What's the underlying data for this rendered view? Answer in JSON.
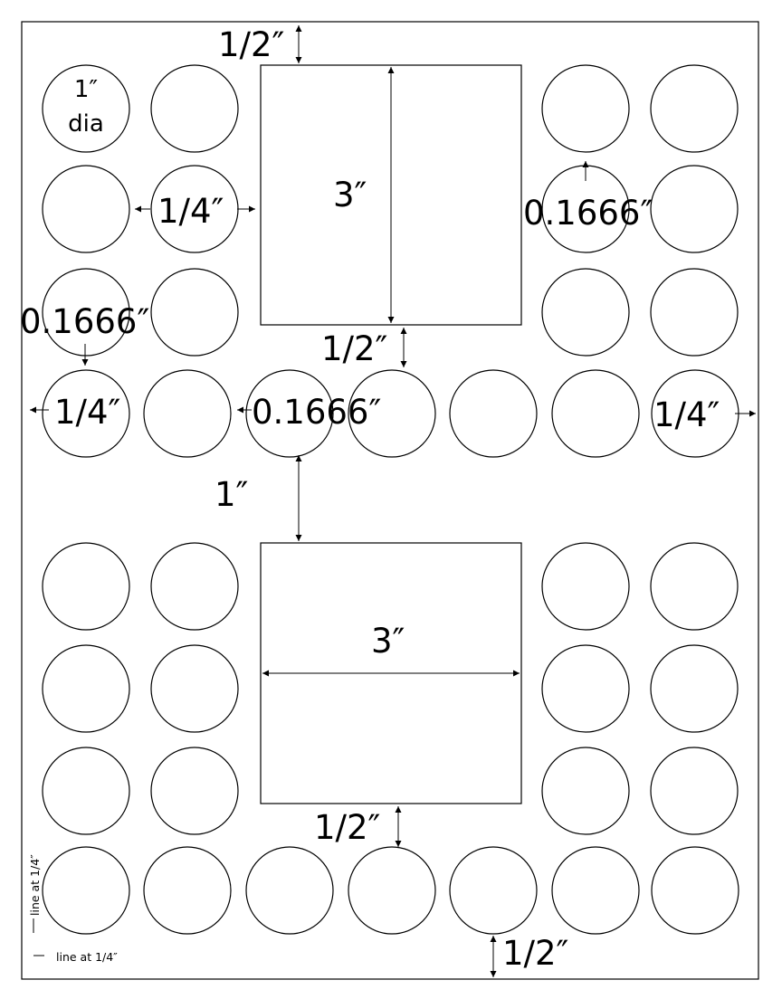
{
  "sheet": {
    "stroke_color": "#000000",
    "background": "#ffffff"
  },
  "labels": {
    "circle_diameter_value": "1″",
    "circle_diameter_unit": "dia",
    "top_margin": "1/2″",
    "upper_rect_height": "3″",
    "horizontal_gap": "1/4″",
    "vertical_gap": "0.1666″",
    "left_vertical_gap": "0.1666″",
    "below_upper_rect": "1/2″",
    "left_margin": "1/4″",
    "row_gap": "0.1666″",
    "right_margin": "1/4″",
    "middle_gap": "1″",
    "lower_rect_width": "3″",
    "below_lower_rect": "1/2″",
    "bottom_margin": "1/2″",
    "cut_line_horizontal": "line at 1/4″",
    "cut_line_vertical": "line at 1/4″"
  },
  "icons": {
    "arrow": "double-headed-arrow-icon",
    "dash": "dash-mark-icon"
  }
}
